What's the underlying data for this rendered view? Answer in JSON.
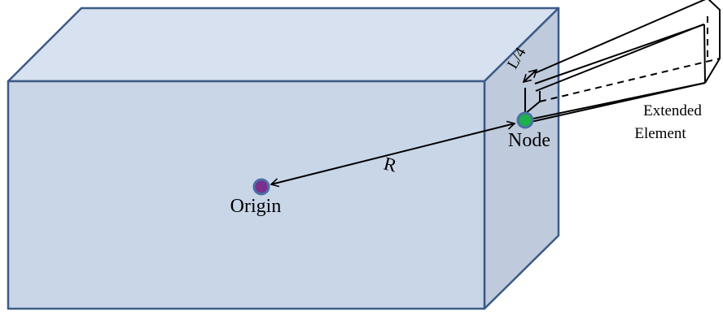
{
  "labels": {
    "origin": "Origin",
    "node": "Node",
    "r": "R",
    "l4": "L/4",
    "extended_1": "Extended",
    "extended_2": "Element"
  },
  "colors": {
    "box_front": "#c9d6e8",
    "box_top": "#d7e1ef",
    "box_right": "#bfcbdc",
    "box_edge": "#3d5b87",
    "origin_fill": "#7a2f8e",
    "origin_ring": "#4a6fa5",
    "node_fill": "#1fb04c",
    "node_ring": "#4a6fa5",
    "line": "#000000"
  }
}
